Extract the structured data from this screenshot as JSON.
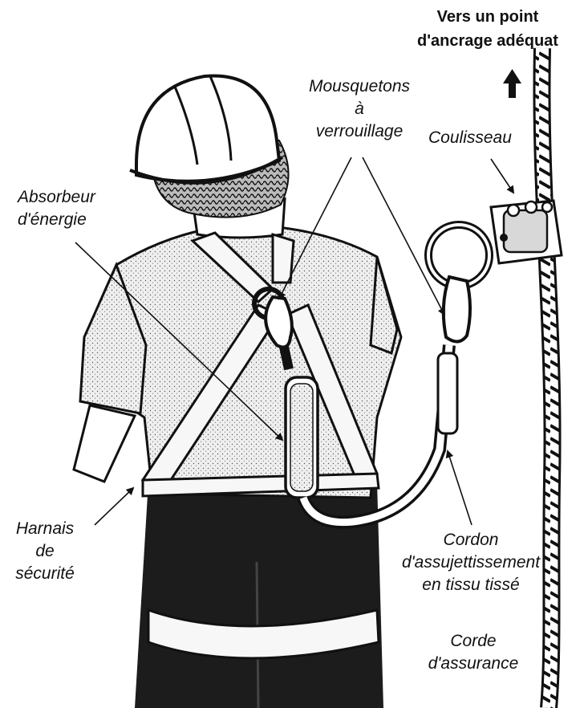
{
  "diagram": {
    "title": {
      "line1": "Vers un point",
      "line2": "d'ancrage adéquat"
    },
    "labels": {
      "mousquetons": {
        "line1": "Mousquetons",
        "line2": "à",
        "line3": "verrouillage"
      },
      "coulisseau": "Coulisseau",
      "absorbeur": {
        "line1": "Absorbeur",
        "line2": "d'énergie"
      },
      "harnais": {
        "line1": "Harnais",
        "line2": "de",
        "line3": "sécurité"
      },
      "cordon": {
        "line1": "Cordon",
        "line2": "d'assujettissement",
        "line3": "en tissu tissé"
      },
      "corde": {
        "line1": "Corde",
        "line2": "d'assurance"
      }
    },
    "icons": {
      "direction": "arrow-up-icon"
    },
    "colors": {
      "ink": "#111111",
      "background": "#ffffff",
      "shirt_shade": "#d9d9d9",
      "pants": "#1a1a1a"
    }
  }
}
